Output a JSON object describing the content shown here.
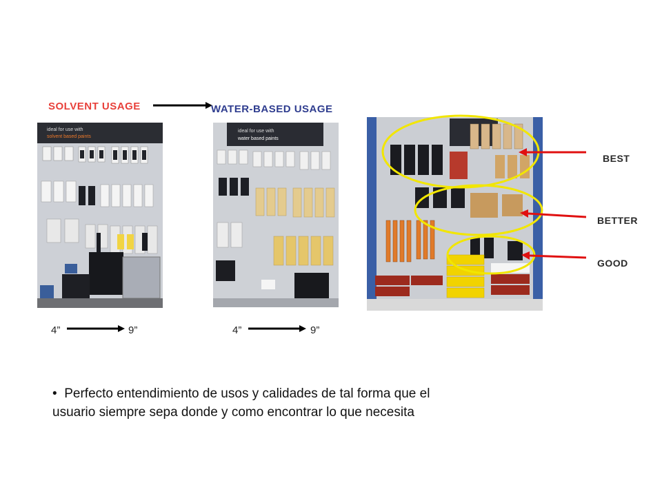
{
  "labels": {
    "solvent": "SOLVENT  USAGE",
    "water": "WATER-BASED  USAGE",
    "best": "BEST",
    "better": "BETTER",
    "good": "GOOD"
  },
  "photo1": {
    "banner_line1": "ideal for use with",
    "banner_line2": "solvent based paints"
  },
  "photo2": {
    "banner_line1": "ideal for use with",
    "banner_line2": "water based paints"
  },
  "sizes": {
    "left_start": "4”",
    "left_end": "9”",
    "right_start": "4”",
    "right_end": "9”"
  },
  "bullet": {
    "symbol": "•",
    "line1": "Perfecto entendimiento de usos y calidades de tal forma que el",
    "line2": "usuario siempre sepa donde y como encontrar lo que necesita"
  },
  "colors": {
    "red_label": "#e8403a",
    "blue_label": "#2f3d8f",
    "ellipse": "#f2e600",
    "arrow_red": "#e01010"
  }
}
